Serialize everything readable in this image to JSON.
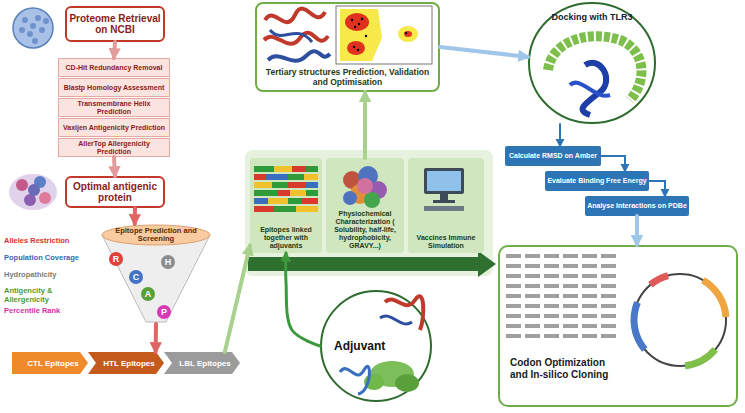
{
  "diagram": {
    "nodes": [
      {
        "text": [
          "Proteome Retrieval on NCBI"
        ]
      },
      {
        "text": [
          "CD-Hit Redundancy Removal"
        ]
      },
      {
        "text": [
          "Blastp Homology Assessment"
        ]
      },
      {
        "text": [
          "Transmembrane Helix Prediction"
        ]
      },
      {
        "text": [
          "Vaxijen Antigenicity Prediction"
        ]
      },
      {
        "text": [
          "AllerTop Allergenicity Prediction"
        ]
      },
      {
        "text": [
          "Optimal antigenic protein"
        ]
      },
      {
        "text": [
          "Epitope Prediction and Screening"
        ]
      },
      {
        "text": [
          "R"
        ],
        "in": 7
      },
      {
        "text": [
          "C"
        ],
        "in": 7
      },
      {
        "text": [
          "H"
        ],
        "in": 7
      },
      {
        "text": [
          "A"
        ],
        "in": 7
      },
      {
        "text": [
          "P"
        ],
        "in": 7
      },
      {
        "text": [
          "CTL Epitopes"
        ]
      },
      {
        "text": [
          "HTL Epitopes"
        ]
      },
      {
        "text": [
          "LBL Epitopes"
        ]
      },
      {
        "text": [
          "Tertiary structures Prediction, Validation and Optimisation"
        ]
      },
      {
        "text": [
          "Epitopes linked together with adjuvants"
        ]
      },
      {
        "text": [
          "Physiochemical Characterization ( Solubility, half-life, hydrophobicity, GRAVY...)"
        ]
      },
      {
        "text": [
          "Vaccines Immune Simulation"
        ]
      },
      {
        "text": [
          "Adjuvant"
        ]
      },
      {
        "text": [
          "Docking with TLR3"
        ]
      },
      {
        "text": [
          "Calculate RMSD on Amber"
        ]
      },
      {
        "text": [
          "Evaluate Binding Free Energy"
        ]
      },
      {
        "text": [
          "Analyse Interactions on PDBe"
        ]
      },
      {
        "text": [
          "Codon Optimization and In-silico Cloning"
        ]
      }
    ],
    "edges": [
      {
        "from": 0,
        "to": 1,
        "arrow": "to"
      },
      {
        "from": 5,
        "to": 6,
        "arrow": "to"
      },
      {
        "from": 6,
        "to": 7,
        "arrow": "to"
      },
      {
        "from": 7,
        "to": 14,
        "arrow": "to"
      },
      {
        "from": 15,
        "to": 17,
        "arrow": "to"
      },
      {
        "from": 18,
        "to": 16,
        "arrow": "to"
      },
      {
        "from": 16,
        "to": 21,
        "arrow": "to"
      },
      {
        "from": 21,
        "to": 22,
        "arrow": "to"
      },
      {
        "from": 22,
        "to": 23,
        "arrow": "to"
      },
      {
        "from": 23,
        "to": 24,
        "arrow": "to"
      },
      {
        "from": 24,
        "to": 25,
        "arrow": "to"
      },
      {
        "from": 20,
        "to": 17,
        "arrow": "to"
      }
    ],
    "labels": [
      "Alleles Restriction",
      "Population Coverage",
      "Hydropathicity",
      "Antigencity & Allergenicity",
      "Percentile Rank"
    ]
  }
}
